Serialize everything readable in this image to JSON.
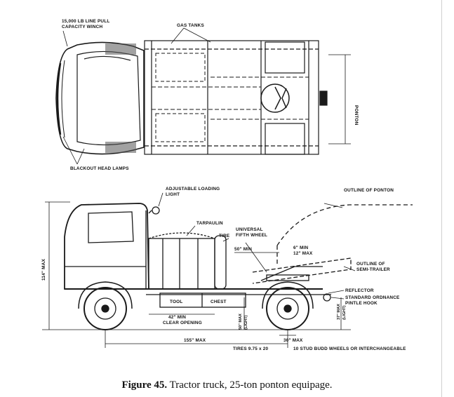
{
  "plan_view_labels": {
    "winch": [
      "15,000 LB LINE PULL",
      "CAPACITY WINCH"
    ],
    "gas_tanks": "GAS TANKS",
    "ponton": "PONTON",
    "head_lamps": "BLACKOUT HEAD LAMPS"
  },
  "side_view_labels": {
    "loading_light": [
      "ADJUSTABLE LOADING",
      "LIGHT"
    ],
    "outline_ponton": "OUTLINE OF PONTON",
    "tarpaulin": "TARPAULIN",
    "tire": "TIRE",
    "fifth_wheel": [
      "UNIVERSAL",
      "FIFTH WHEEL"
    ],
    "dim_6_min": "6\" MIN",
    "dim_12_max": "12\" MAX",
    "dim_50_min": "50\" MIN",
    "outline_semi": [
      "OUTLINE OF",
      "SEMI-TRAILER"
    ],
    "reflector": "REFLECTOR",
    "pintle": [
      "STANDARD ORDNANCE",
      "PINTLE HOOK"
    ],
    "dim_114": "114\" MAX",
    "tool": "TOOL",
    "chest": "CHEST",
    "dim_42": "42\" MIN",
    "clear_opening": "CLEAR OPENING",
    "dim_50_max": "50\" MAX",
    "light_a": "(LIGHT)",
    "dim_37": "37\" MAX",
    "light_b": "(LIGHT)",
    "dim_155": "155\" MAX",
    "dim_30": "30\" MAX",
    "tires": "TIRES 9.75 x 20",
    "wheels": "10 STUD BUDD WHEELS OR INTERCHANGEABLE"
  },
  "caption": {
    "number": "Figure 45.",
    "text": "Tractor truck, 25-ton ponton equipage."
  }
}
